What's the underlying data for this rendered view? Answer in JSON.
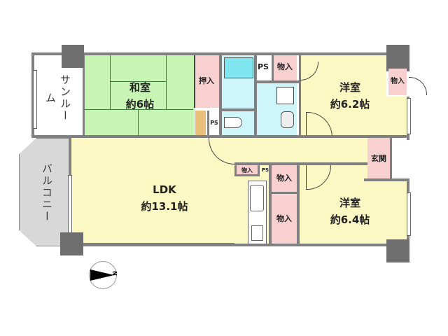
{
  "floorplan": {
    "title": "",
    "rooms": {
      "sunroom": {
        "label": "サンルーム"
      },
      "washitsu": {
        "name": "和室",
        "size": "約6帖"
      },
      "oshiire": {
        "label": "押入"
      },
      "ps1": {
        "label": "PS"
      },
      "ps2": {
        "label": "PS"
      },
      "ps3": {
        "label": "PS"
      },
      "storage_top": {
        "label": "物入"
      },
      "yoshitsu1": {
        "name": "洋室",
        "size": "約6.2帖"
      },
      "storage_right": {
        "label": "物入"
      },
      "balcony": {
        "label": "バルコニー"
      },
      "ldk": {
        "name": "LDK",
        "size": "約13.1帖"
      },
      "storage_small": {
        "label": "物入"
      },
      "storage_mid": {
        "label": "物入"
      },
      "storage_low": {
        "label": "物入"
      },
      "genkan": {
        "label": "玄関"
      },
      "yoshitsu2": {
        "name": "洋室",
        "size": "約6.4帖"
      }
    },
    "compass": {
      "label": "N",
      "direction": "right"
    },
    "colors": {
      "washitsu": "#c8f5b4",
      "ldk": "#fcf8c4",
      "yoshitsu": "#fcf8c4",
      "wet": "#cdf5fa",
      "bath": "#7fe6f0",
      "storage": "#f8d0d0",
      "balcony": "#d8d8d8",
      "wall": "#808080",
      "ps_wood": "#e8c07a"
    }
  }
}
